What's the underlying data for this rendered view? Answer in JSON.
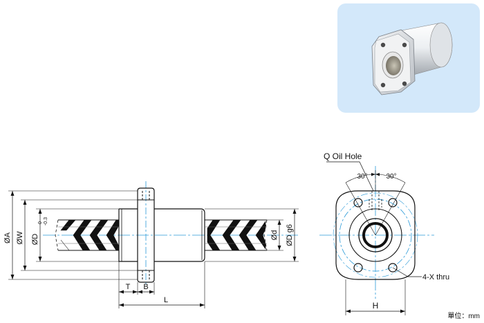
{
  "side_view": {
    "dims": {
      "dia_A": "ØA",
      "dia_W": "ØW",
      "dia_D_tol": "ØD",
      "tol_upper": "0",
      "tol_lower": "-0.3",
      "dia_d": "Ød",
      "dia_D_g6": "ØD g6",
      "T": "T",
      "B": "B",
      "L": "L"
    }
  },
  "front_view": {
    "q_oil_hole": "Q Oil Hole",
    "angle_left": "30°",
    "angle_right": "30°",
    "holes": "4-X  thru",
    "H": "H"
  },
  "unit_note": "單位：mm",
  "colors": {
    "outline": "#111111",
    "centerline": "#2a9ad8",
    "photo_bg": "#d3e8fa"
  }
}
